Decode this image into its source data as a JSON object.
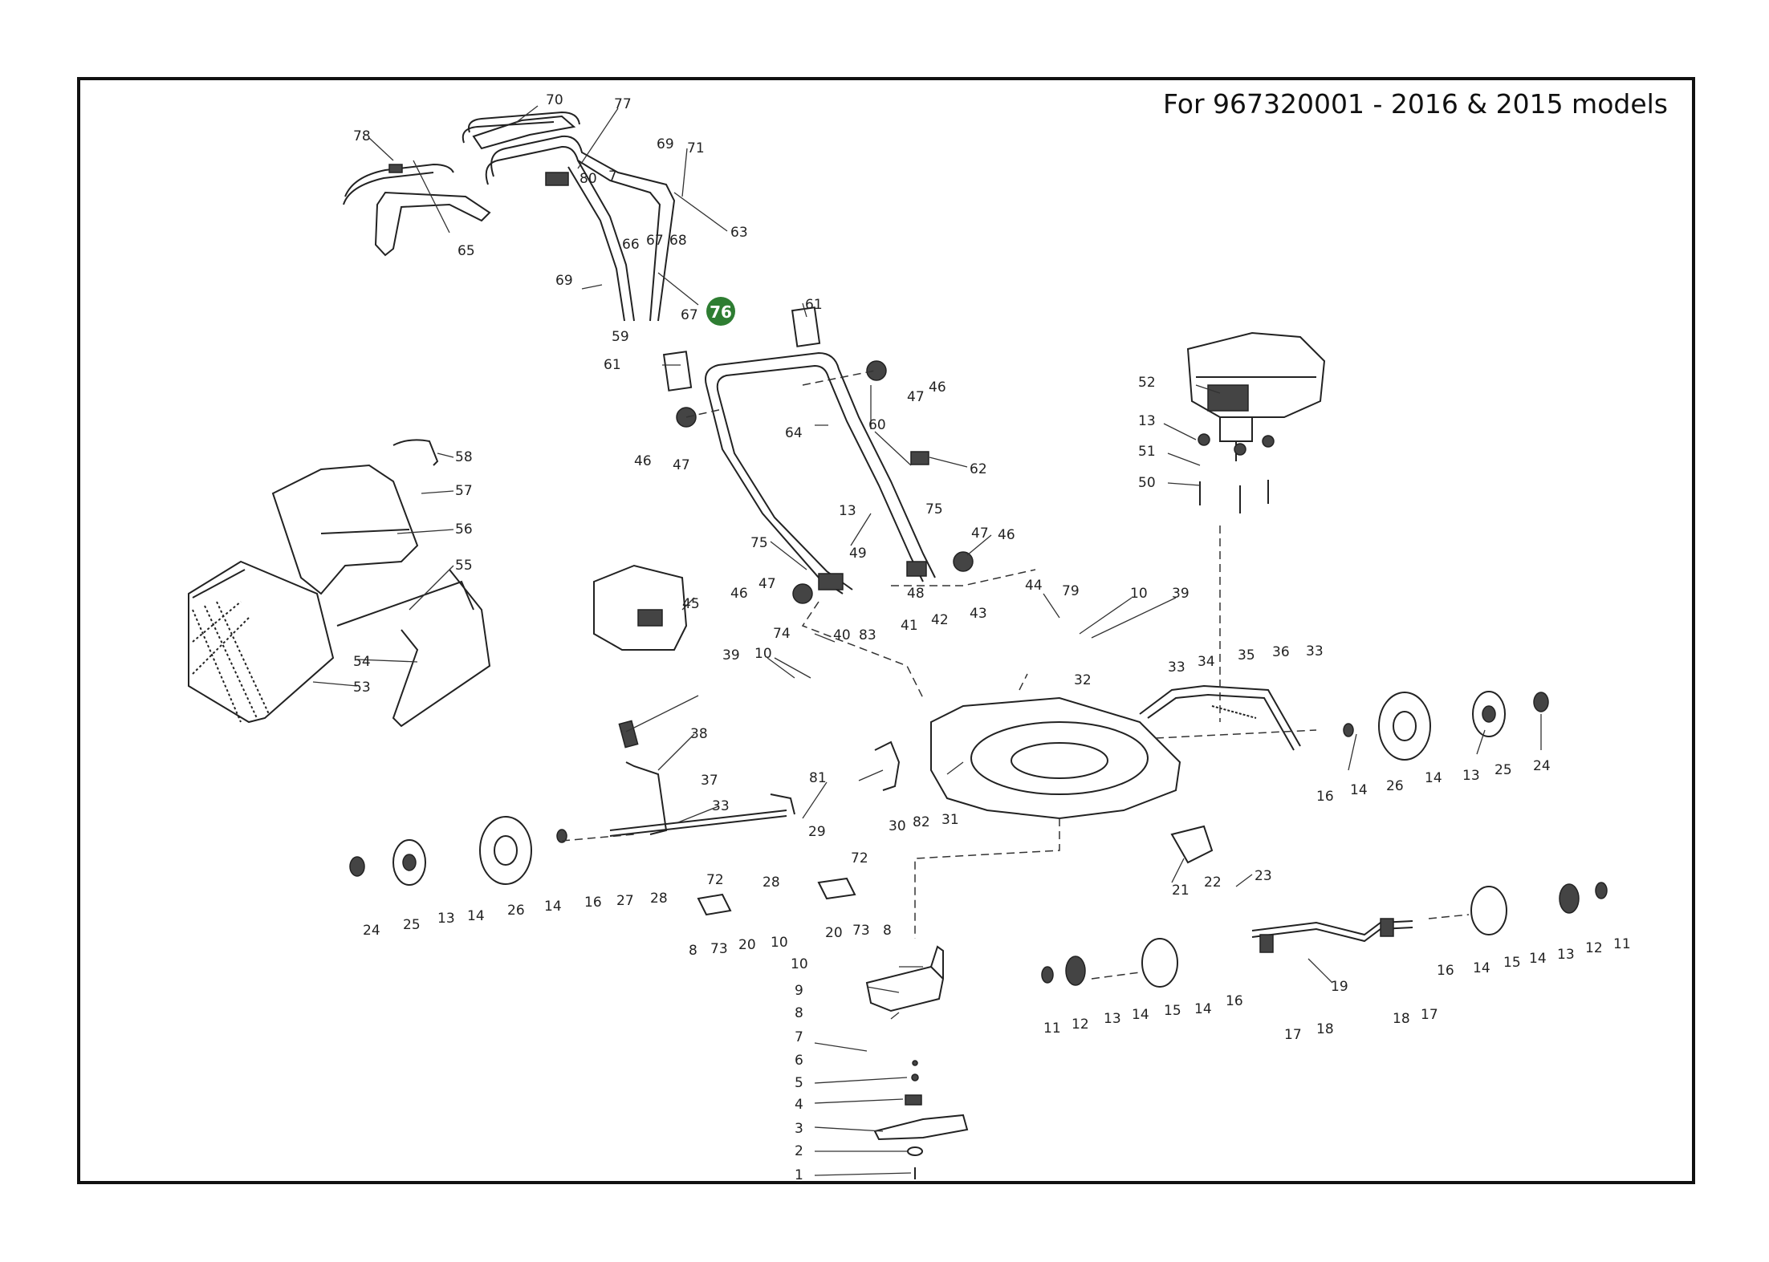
{
  "heading": "For 967320001 - 2016 & 2015 models",
  "highlight": {
    "label": "76",
    "color": "#2e7d32"
  },
  "labels": [
    "70",
    "77",
    "78",
    "69",
    "71",
    "80",
    "7",
    "66",
    "67",
    "68",
    "63",
    "65",
    "69",
    "67",
    "59",
    "61",
    "61",
    "47",
    "46",
    "64",
    "60",
    "52",
    "13",
    "51",
    "50",
    "62",
    "47",
    "46",
    "58",
    "57",
    "56",
    "55",
    "54",
    "53",
    "75",
    "13",
    "49",
    "48",
    "47",
    "46",
    "75",
    "47",
    "46",
    "45",
    "44",
    "79",
    "10",
    "39",
    "74",
    "40",
    "83",
    "41",
    "42",
    "43",
    "39",
    "10",
    "32",
    "33",
    "34",
    "35",
    "36",
    "33",
    "38",
    "37",
    "33",
    "81",
    "30",
    "82",
    "31",
    "29",
    "16",
    "14",
    "26",
    "14",
    "13",
    "25",
    "24",
    "28",
    "72",
    "28",
    "72",
    "24",
    "25",
    "13",
    "14",
    "26",
    "14",
    "16",
    "27",
    "8",
    "73",
    "20",
    "10",
    "20",
    "73",
    "8",
    "21",
    "22",
    "23",
    "10",
    "9",
    "8",
    "7",
    "6",
    "5",
    "4",
    "3",
    "2",
    "1",
    "11",
    "12",
    "13",
    "14",
    "15",
    "14",
    "16",
    "19",
    "17",
    "18",
    "18",
    "17",
    "16",
    "14",
    "15",
    "14",
    "13",
    "12",
    "11"
  ]
}
